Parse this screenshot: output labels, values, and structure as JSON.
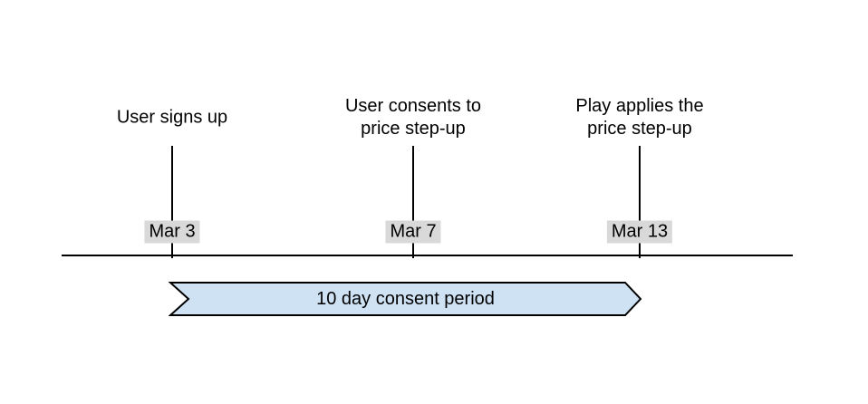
{
  "colors": {
    "line": "#000000",
    "text": "#000000",
    "date_badge_bg": "#d9d9d9",
    "banner_fill": "#cfe2f3",
    "banner_stroke": "#000000"
  },
  "timeline": {
    "events": [
      {
        "label": "User signs up",
        "date": "Mar 3"
      },
      {
        "label": "User consents to\nprice step-up",
        "date": "Mar 7"
      },
      {
        "label": "Play applies the\nprice step-up",
        "date": "Mar 13"
      }
    ]
  },
  "banner": {
    "label": "10 day consent period"
  }
}
